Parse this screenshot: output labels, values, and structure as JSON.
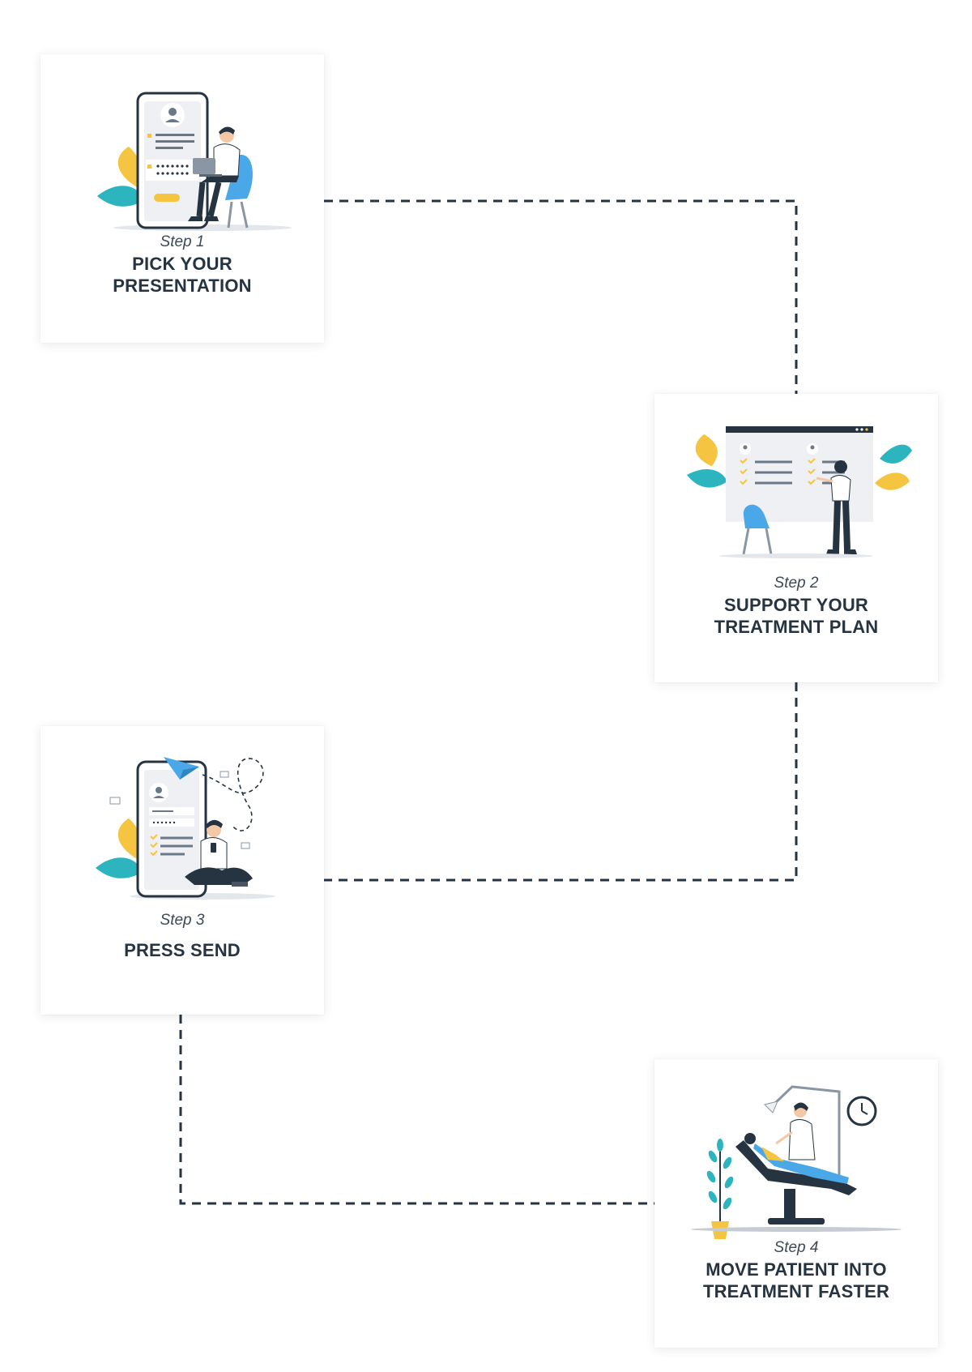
{
  "steps": [
    {
      "label": "Step 1",
      "title": "PICK YOUR\nPRESENTATION"
    },
    {
      "label": "Step 2",
      "title": "SUPPORT YOUR\nTREATMENT PLAN"
    },
    {
      "label": "Step 3",
      "title": "PRESS SEND"
    },
    {
      "label": "Step 4",
      "title": "MOVE PATIENT INTO\nTREATMENT FASTER"
    }
  ],
  "colors": {
    "navy": "#263442",
    "teal": "#2cb5bf",
    "yellow": "#f5c542",
    "blue": "#4aa8e8",
    "gray": "#e9ebee"
  },
  "icons": [
    "phone-profile-illustration",
    "presentation-board-illustration",
    "phone-send-illustration",
    "dental-chair-illustration"
  ]
}
